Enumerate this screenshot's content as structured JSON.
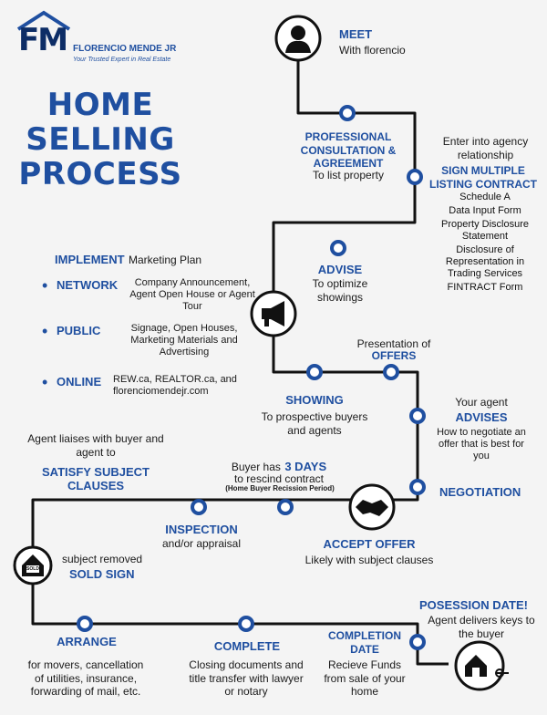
{
  "brand": {
    "initials": "FM",
    "name": "FLORENCIO MENDE JR",
    "tagline": "Your Trusted Expert in Real Estate"
  },
  "title": {
    "line1": "HOME",
    "line2": "SELLING",
    "line3": "PROCESS"
  },
  "meet": {
    "heading": "MEET",
    "text": "With florencio"
  },
  "consult": {
    "heading": "PROFESSIONAL CONSULTATION & AGREEMENT",
    "text": "To list property"
  },
  "agency": {
    "intro": "Enter into agency relationship",
    "heading": "SIGN MULTIPLE LISTING CONTRACT",
    "items": [
      "Schedule A",
      "Data Input Form",
      "Property Disclosure Statement",
      "Disclosure of Representation in Trading Services",
      "FINTRACT Form"
    ]
  },
  "advise": {
    "heading": "ADVISE",
    "text": "To optimize showings"
  },
  "implement": {
    "heading": "IMPLEMENT",
    "text": "Marketing Plan",
    "network_label": "NETWORK",
    "network_text": "Company Announcement, Agent Open House or Agent Tour",
    "public_label": "PUBLIC",
    "public_text": "Signage, Open Houses, Marketing Materials and Advertising",
    "online_label": "ONLINE",
    "online_text": "REW.ca, REALTOR.ca, and florenciomendejr.com"
  },
  "offers": {
    "pre": "Presentation of",
    "heading": "OFFERS"
  },
  "showing": {
    "heading": "SHOWING",
    "text": "To prospective buyers and agents"
  },
  "agent_advises": {
    "pre": "Your agent",
    "heading": "ADVISES",
    "text": "How to negotiate an offer that is best for you"
  },
  "negotiation": {
    "heading": "NEGOTIATION"
  },
  "satisfy": {
    "pre": "Agent liaises with buyer and agent to",
    "heading": "SATISFY SUBJECT CLAUSES"
  },
  "rescind": {
    "pre": "Buyer has",
    "days": "3 DAYS",
    "text": "to rescind contract",
    "note": "(Home Buyer Recission Period)"
  },
  "inspection": {
    "heading": "INSPECTION",
    "text": "and/or appraisal"
  },
  "accept": {
    "heading": "ACCEPT OFFER",
    "text": "Likely with subject clauses"
  },
  "sold": {
    "pre": "subject removed",
    "heading": "SOLD SIGN",
    "sign_text": "SOLD"
  },
  "possession": {
    "heading": "POSESSION DATE!",
    "text": "Agent delivers keys to the buyer"
  },
  "arrange": {
    "heading": "ARRANGE",
    "text": "for movers, cancellation of utilities, insurance, forwarding of mail, etc."
  },
  "complete": {
    "heading": "COMPLETE",
    "text": "Closing documents and title transfer with lawyer or notary"
  },
  "completion_date": {
    "heading": "COMPLETION DATE",
    "text": "Recieve Funds from sale of your home"
  },
  "colors": {
    "accent": "#1f4fa0",
    "line": "#111111",
    "background": "#f4f4f4"
  }
}
